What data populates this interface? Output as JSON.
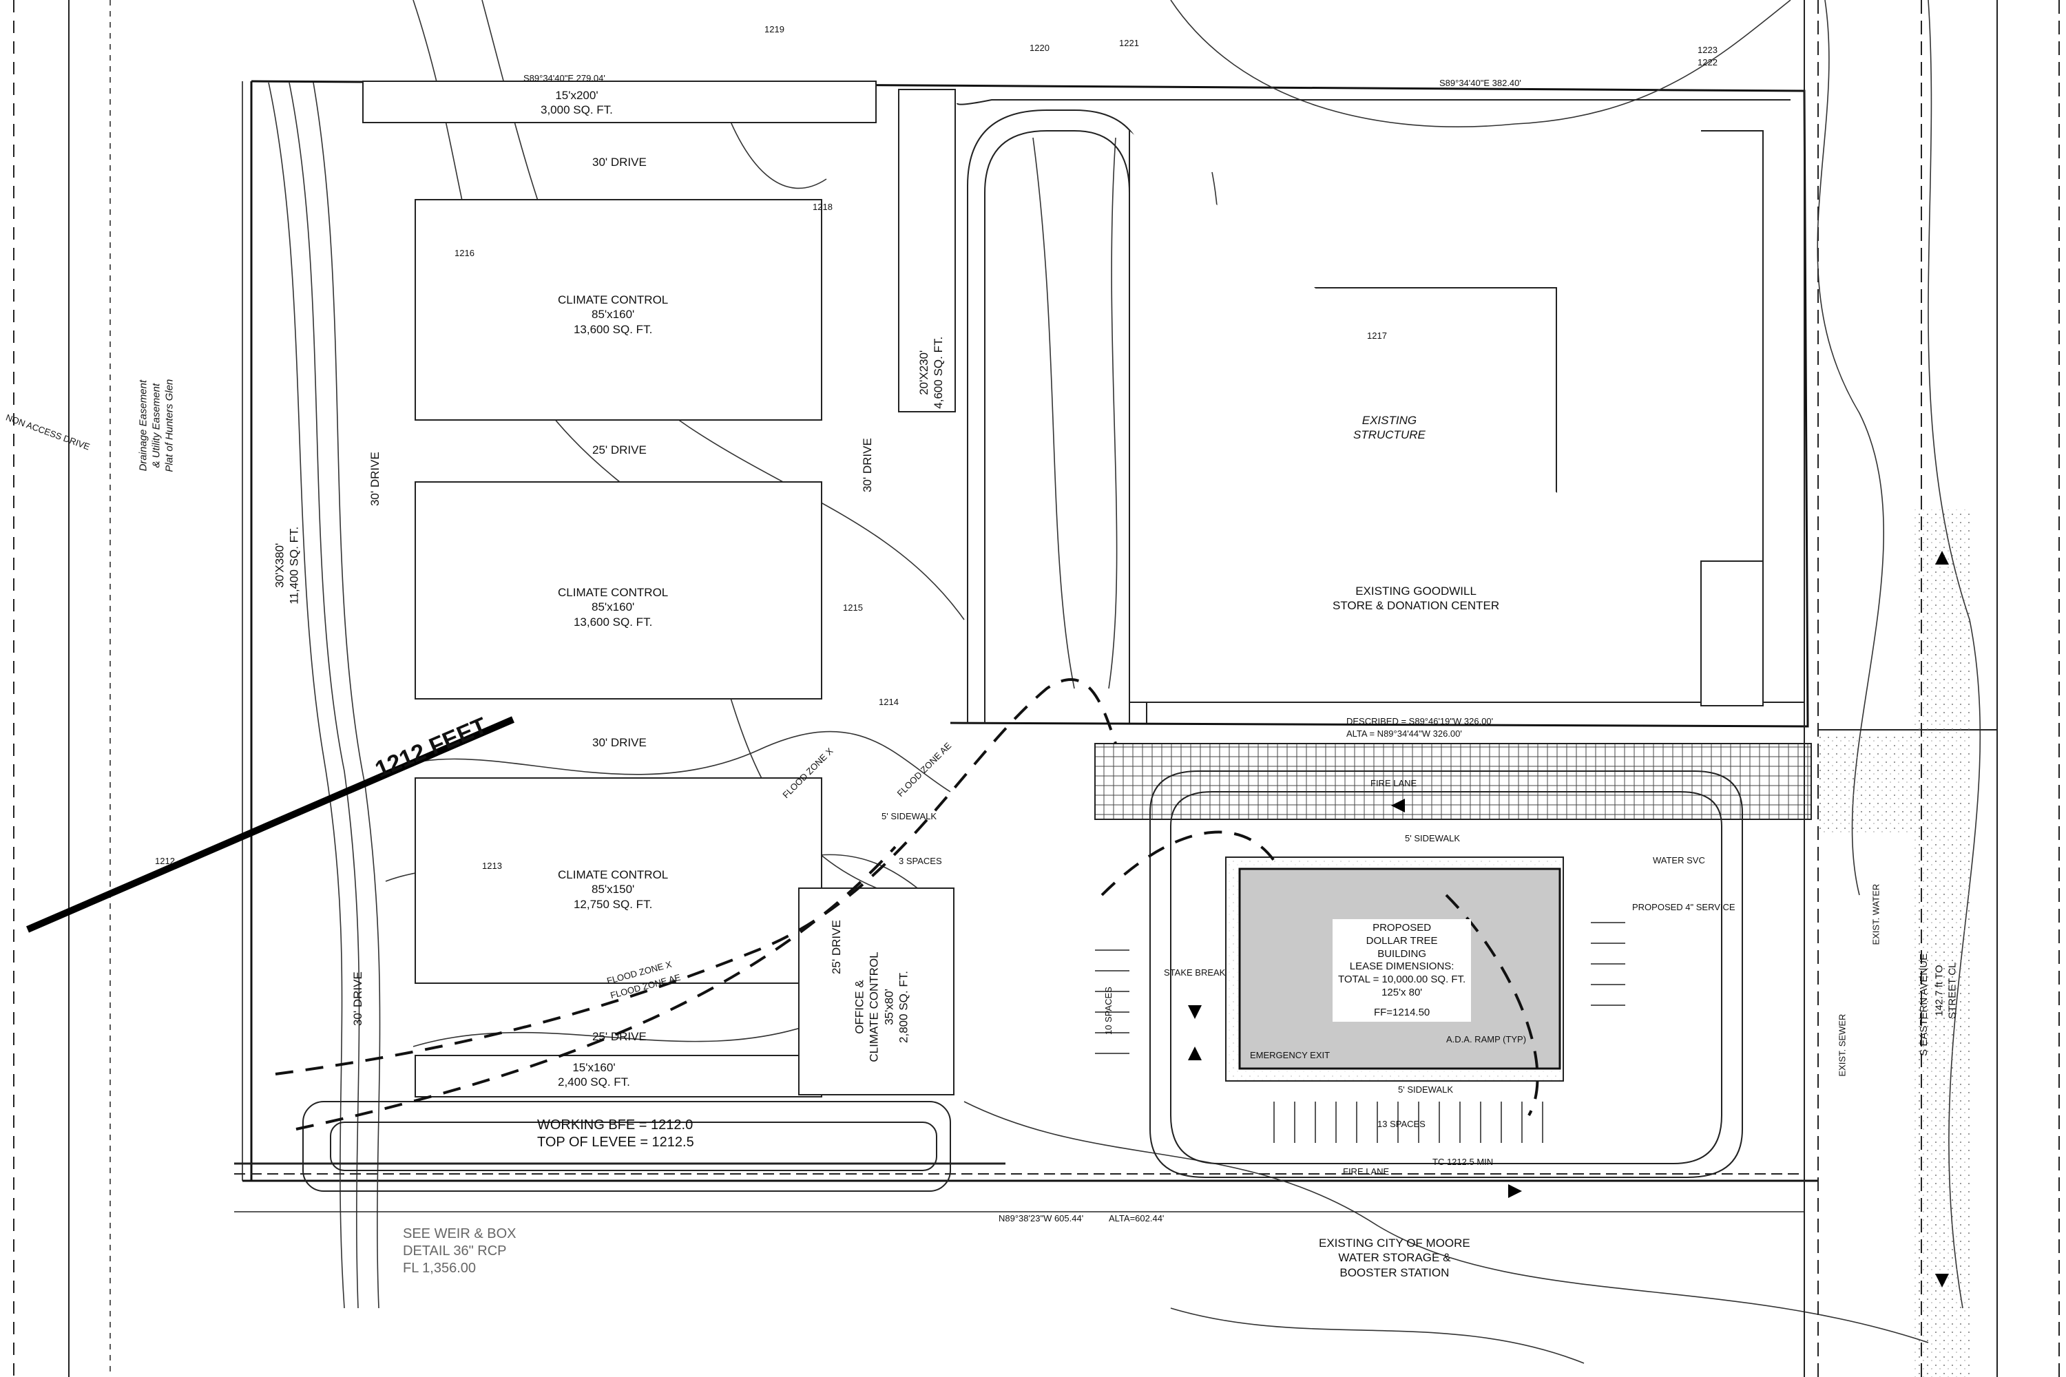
{
  "storage": {
    "unit_15x200": {
      "title": "15'x200'",
      "area": "3,000 SQ. FT."
    },
    "climate_a": {
      "title": "CLIMATE CONTROL",
      "dims": "85'x160'",
      "area": "13,600 SQ. FT."
    },
    "climate_b": {
      "title": "CLIMATE CONTROL",
      "dims": "85'x160'",
      "area": "13,600 SQ. FT."
    },
    "climate_c": {
      "title": "CLIMATE CONTROL",
      "dims": "85'x150'",
      "area": "12,750 SQ. FT."
    },
    "unit_15x160": {
      "title": "15'x160'",
      "area": "2,400 SQ. FT."
    },
    "unit_30x380": {
      "title": "30'X380'",
      "area": "11,400 SQ. FT."
    },
    "unit_20x230": {
      "title": "20'X230'",
      "area": "4,600 SQ. FT."
    },
    "office": {
      "title": "OFFICE &",
      "sub": "CLIMATE CONTROL",
      "dims": "35'x80'",
      "area": "2,800 SQ. FT."
    }
  },
  "drives": {
    "drive_30": "30' DRIVE",
    "drive_25": "25' DRIVE"
  },
  "feature": {
    "line_label": "1212 FEET",
    "working_bfe": "WORKING BFE = 1212.0",
    "top_levee": "TOP OF LEVEE = 1212.5",
    "weir": "SEE WEIR & BOX",
    "weir_detail": "DETAIL 36\" RCP",
    "weir_fl": "FL 1,356.00"
  },
  "goodwill": {
    "structure": "EXISTING",
    "structure_2": "STRUCTURE",
    "name": "EXISTING GOODWILL",
    "name_2": "STORE & DONATION CENTER"
  },
  "dollar_tree": {
    "l1": "PROPOSED",
    "l2": "DOLLAR TREE",
    "l3": "BUILDING",
    "l4": "LEASE DIMENSIONS:",
    "l5": "TOTAL = 10,000.00 SQ. FT.",
    "l6": "125'x 80'",
    "ff": "FF=1214.50"
  },
  "moore": {
    "l1": "EXISTING CITY OF MOORE",
    "l2": "WATER STORAGE &",
    "l3": "BOOSTER STATION"
  },
  "easement": {
    "l1": "Drainage Easement",
    "l2": "& Utility Easement",
    "l3": "Plat of Hunters Glen"
  },
  "access_drive": "NON ACCESS DRIVE",
  "street": {
    "l1": "S EASTERN AVENUE",
    "l2": "142.7 ft TO",
    "l3": "STREET CL"
  },
  "site_labels": {
    "sidewalk": "5' SIDEWALK",
    "spaces_3": "3 SPACES",
    "spaces_13": "13 SPACES",
    "spaces_10": "10 SPACES",
    "fire_lane": "FIRE LANE",
    "ada_ramp": "A.D.A. RAMP (TYP)",
    "water_svc": "WATER SVC",
    "service": "PROPOSED 4\" SERVICE",
    "exist_water": "EXIST. WATER",
    "exist_sewer": "EXIST. SEWER",
    "flood_zone": "FLOOD ZONE X",
    "flood_zone_ae": "FLOOD ZONE AE",
    "emergency_exit": "EMERGENCY EXIT",
    "stake_break": "STAKE BREAK",
    "tc": "TC 1212.5 MIN"
  },
  "bearings": {
    "top": "S89°34'40\"E 279.04'",
    "top_right": "S89°34'40\"E 382.40'",
    "described": "DESCRIBED = S89°46'19\"W 326.00'",
    "alta": "ALTA = N89°34'44\"W 326.00'",
    "bottom": "N89°38'23\"W 605.44'",
    "bottom_alta": "ALTA=602.44'"
  },
  "contours": [
    "1212",
    "1213",
    "1214",
    "1215",
    "1216",
    "1217",
    "1218",
    "1219",
    "1220",
    "1221",
    "1222",
    "1223"
  ],
  "colors": {
    "line": "#222222",
    "fill_building": "#c9c9c9",
    "stipple": "#bdbdbd"
  }
}
